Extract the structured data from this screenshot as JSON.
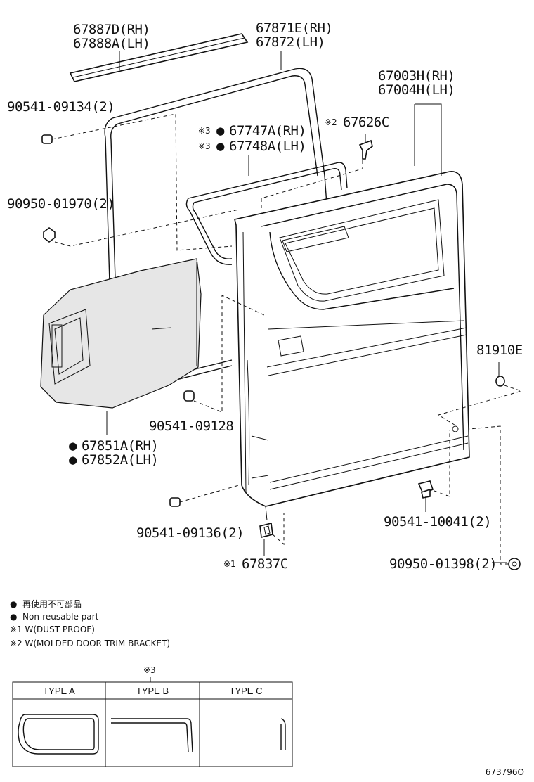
{
  "labels": {
    "p67887D": "67887D(RH)",
    "p67888A": "67888A(LH)",
    "p67871E": "67871E(RH)",
    "p67872": "67872(LH)",
    "p67003H": "67003H(RH)",
    "p67004H": "67004H(LH)",
    "p90541_09134": "90541-09134(2)",
    "p67747A": "67747A(RH)",
    "p67748A": "67748A(LH)",
    "p67626C": "67626C",
    "p90950_01970": "90950-01970(2)",
    "p81910E": "81910E",
    "p90541_09128": "90541-09128",
    "p67851A": "67851A(RH)",
    "p67852A": "67852A(LH)",
    "p90541_10041": "90541-10041(2)",
    "p90541_09136": "90541-09136(2)",
    "p67837C": "67837C",
    "p90950_01398": "90950-01398(2)"
  },
  "marks": {
    "m1": "※1",
    "m2": "※2",
    "m3": "※3",
    "dot": "●"
  },
  "legend": {
    "jp": "再使用不可部品",
    "en": "Non-reusable part",
    "note1": "※1 W(DUST PROOF)",
    "note2": "※2 W(MOLDED DOOR TRIM BRACKET)"
  },
  "type_table": {
    "marker": "※3",
    "headers": [
      "TYPE A",
      "TYPE B",
      "TYPE C"
    ]
  },
  "diagram_id": "673796O"
}
